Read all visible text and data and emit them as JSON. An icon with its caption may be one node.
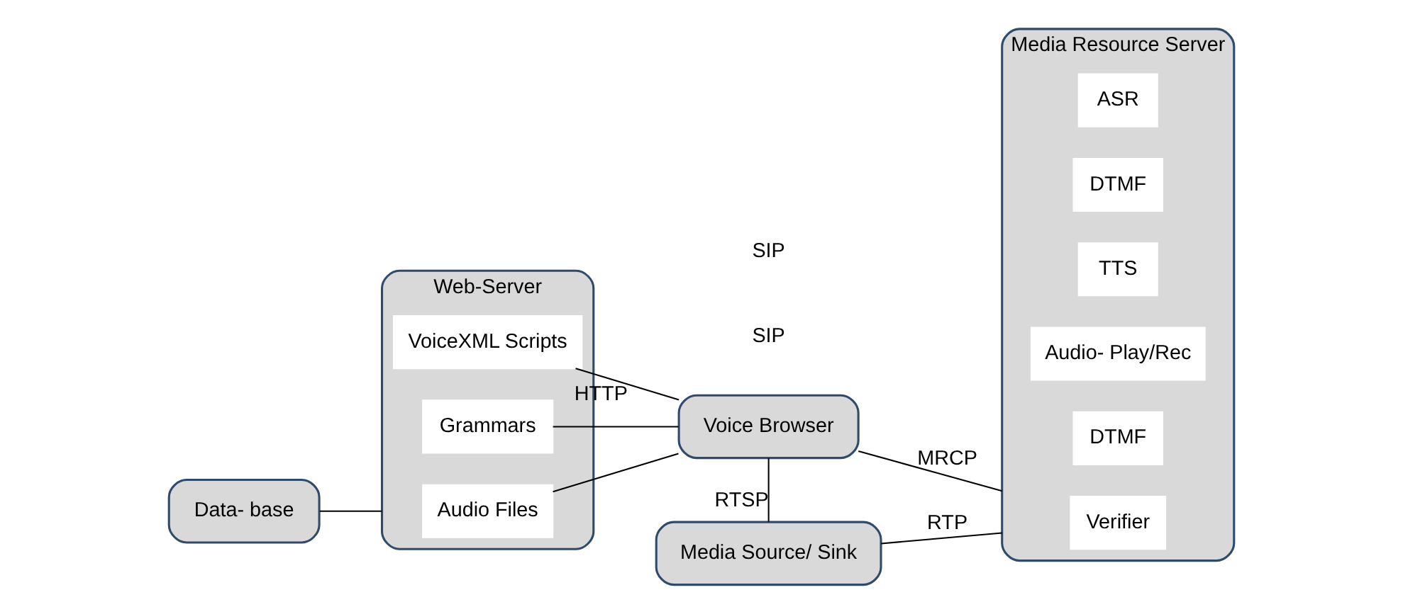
{
  "diagram": {
    "nodes": [
      {
        "text": [
          "Data- base"
        ]
      },
      {
        "text": [
          "Web-Server"
        ]
      },
      {
        "text": [
          "VoiceXML Scripts"
        ],
        "in": 1
      },
      {
        "text": [
          "Grammars"
        ],
        "in": 1
      },
      {
        "text": [
          "Audio Files"
        ],
        "in": 1
      },
      {
        "text": [
          "Voice Browser"
        ]
      },
      {
        "text": [
          "Media Resource Server"
        ]
      },
      {
        "text": [
          "ASR"
        ],
        "in": 6
      },
      {
        "text": [
          "DTMF"
        ],
        "in": 6
      },
      {
        "text": [
          "TTS"
        ],
        "in": 6
      },
      {
        "text": [
          "Audio- Play/Rec"
        ],
        "in": 6
      },
      {
        "text": [
          "DTMF"
        ],
        "in": 6
      },
      {
        "text": [
          "Verifier"
        ],
        "in": 6
      },
      {
        "text": [
          "Media Source/ Sink"
        ]
      }
    ],
    "edges": [
      {
        "from": 0,
        "to": 1,
        "arrow": "none"
      },
      {
        "from": 2,
        "to": 5,
        "arrow": "none",
        "label": "HTTP"
      },
      {
        "from": 3,
        "to": 5,
        "arrow": "none"
      },
      {
        "from": 4,
        "to": 5,
        "arrow": "none"
      },
      {
        "from": 5,
        "to": 6,
        "arrow": "none",
        "label": "MRCP"
      },
      {
        "from": 5,
        "to": 13,
        "arrow": "none",
        "label": "RTSP"
      },
      {
        "from": 13,
        "to": 6,
        "arrow": "none",
        "label": "RTP"
      }
    ],
    "labels": [
      "SIP",
      "SIP"
    ]
  }
}
